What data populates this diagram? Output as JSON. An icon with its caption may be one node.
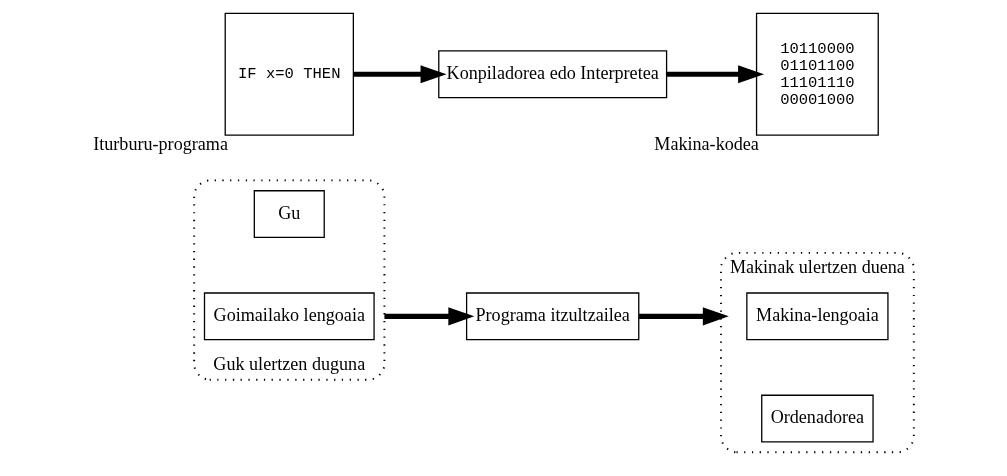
{
  "diagram": {
    "nodes": [
      {
        "text": [
          "Guk ulertzen duguna"
        ]
      },
      {
        "text": [
          "Gu"
        ],
        "in": 0
      },
      {
        "text": [
          "Goimailako lengoaia"
        ],
        "in": 0
      },
      {
        "text": [
          "Programa itzultzailea"
        ]
      },
      {
        "text": [
          "Makinak ulertzen duena"
        ]
      },
      {
        "text": [
          "Makina-lengoaia"
        ],
        "in": 4
      },
      {
        "text": [
          "Ordenadorea"
        ],
        "in": 4
      },
      {
        "text": [
          "IF x=0 THEN"
        ],
        "beside": [
          "Iturburu-programa"
        ]
      },
      {
        "text": [
          "Konpiladorea edo Interpretea"
        ]
      },
      {
        "text": [
          "10110000 01101100 11101110 00001000"
        ],
        "beside": [
          "Makina-kodea"
        ]
      }
    ],
    "edges": [
      {
        "from": 0,
        "to": 3,
        "arrow": "to"
      },
      {
        "from": 3,
        "to": 4,
        "arrow": "to"
      },
      {
        "from": 7,
        "to": 8,
        "arrow": "to"
      },
      {
        "from": 8,
        "to": 9,
        "arrow": "to"
      }
    ]
  }
}
